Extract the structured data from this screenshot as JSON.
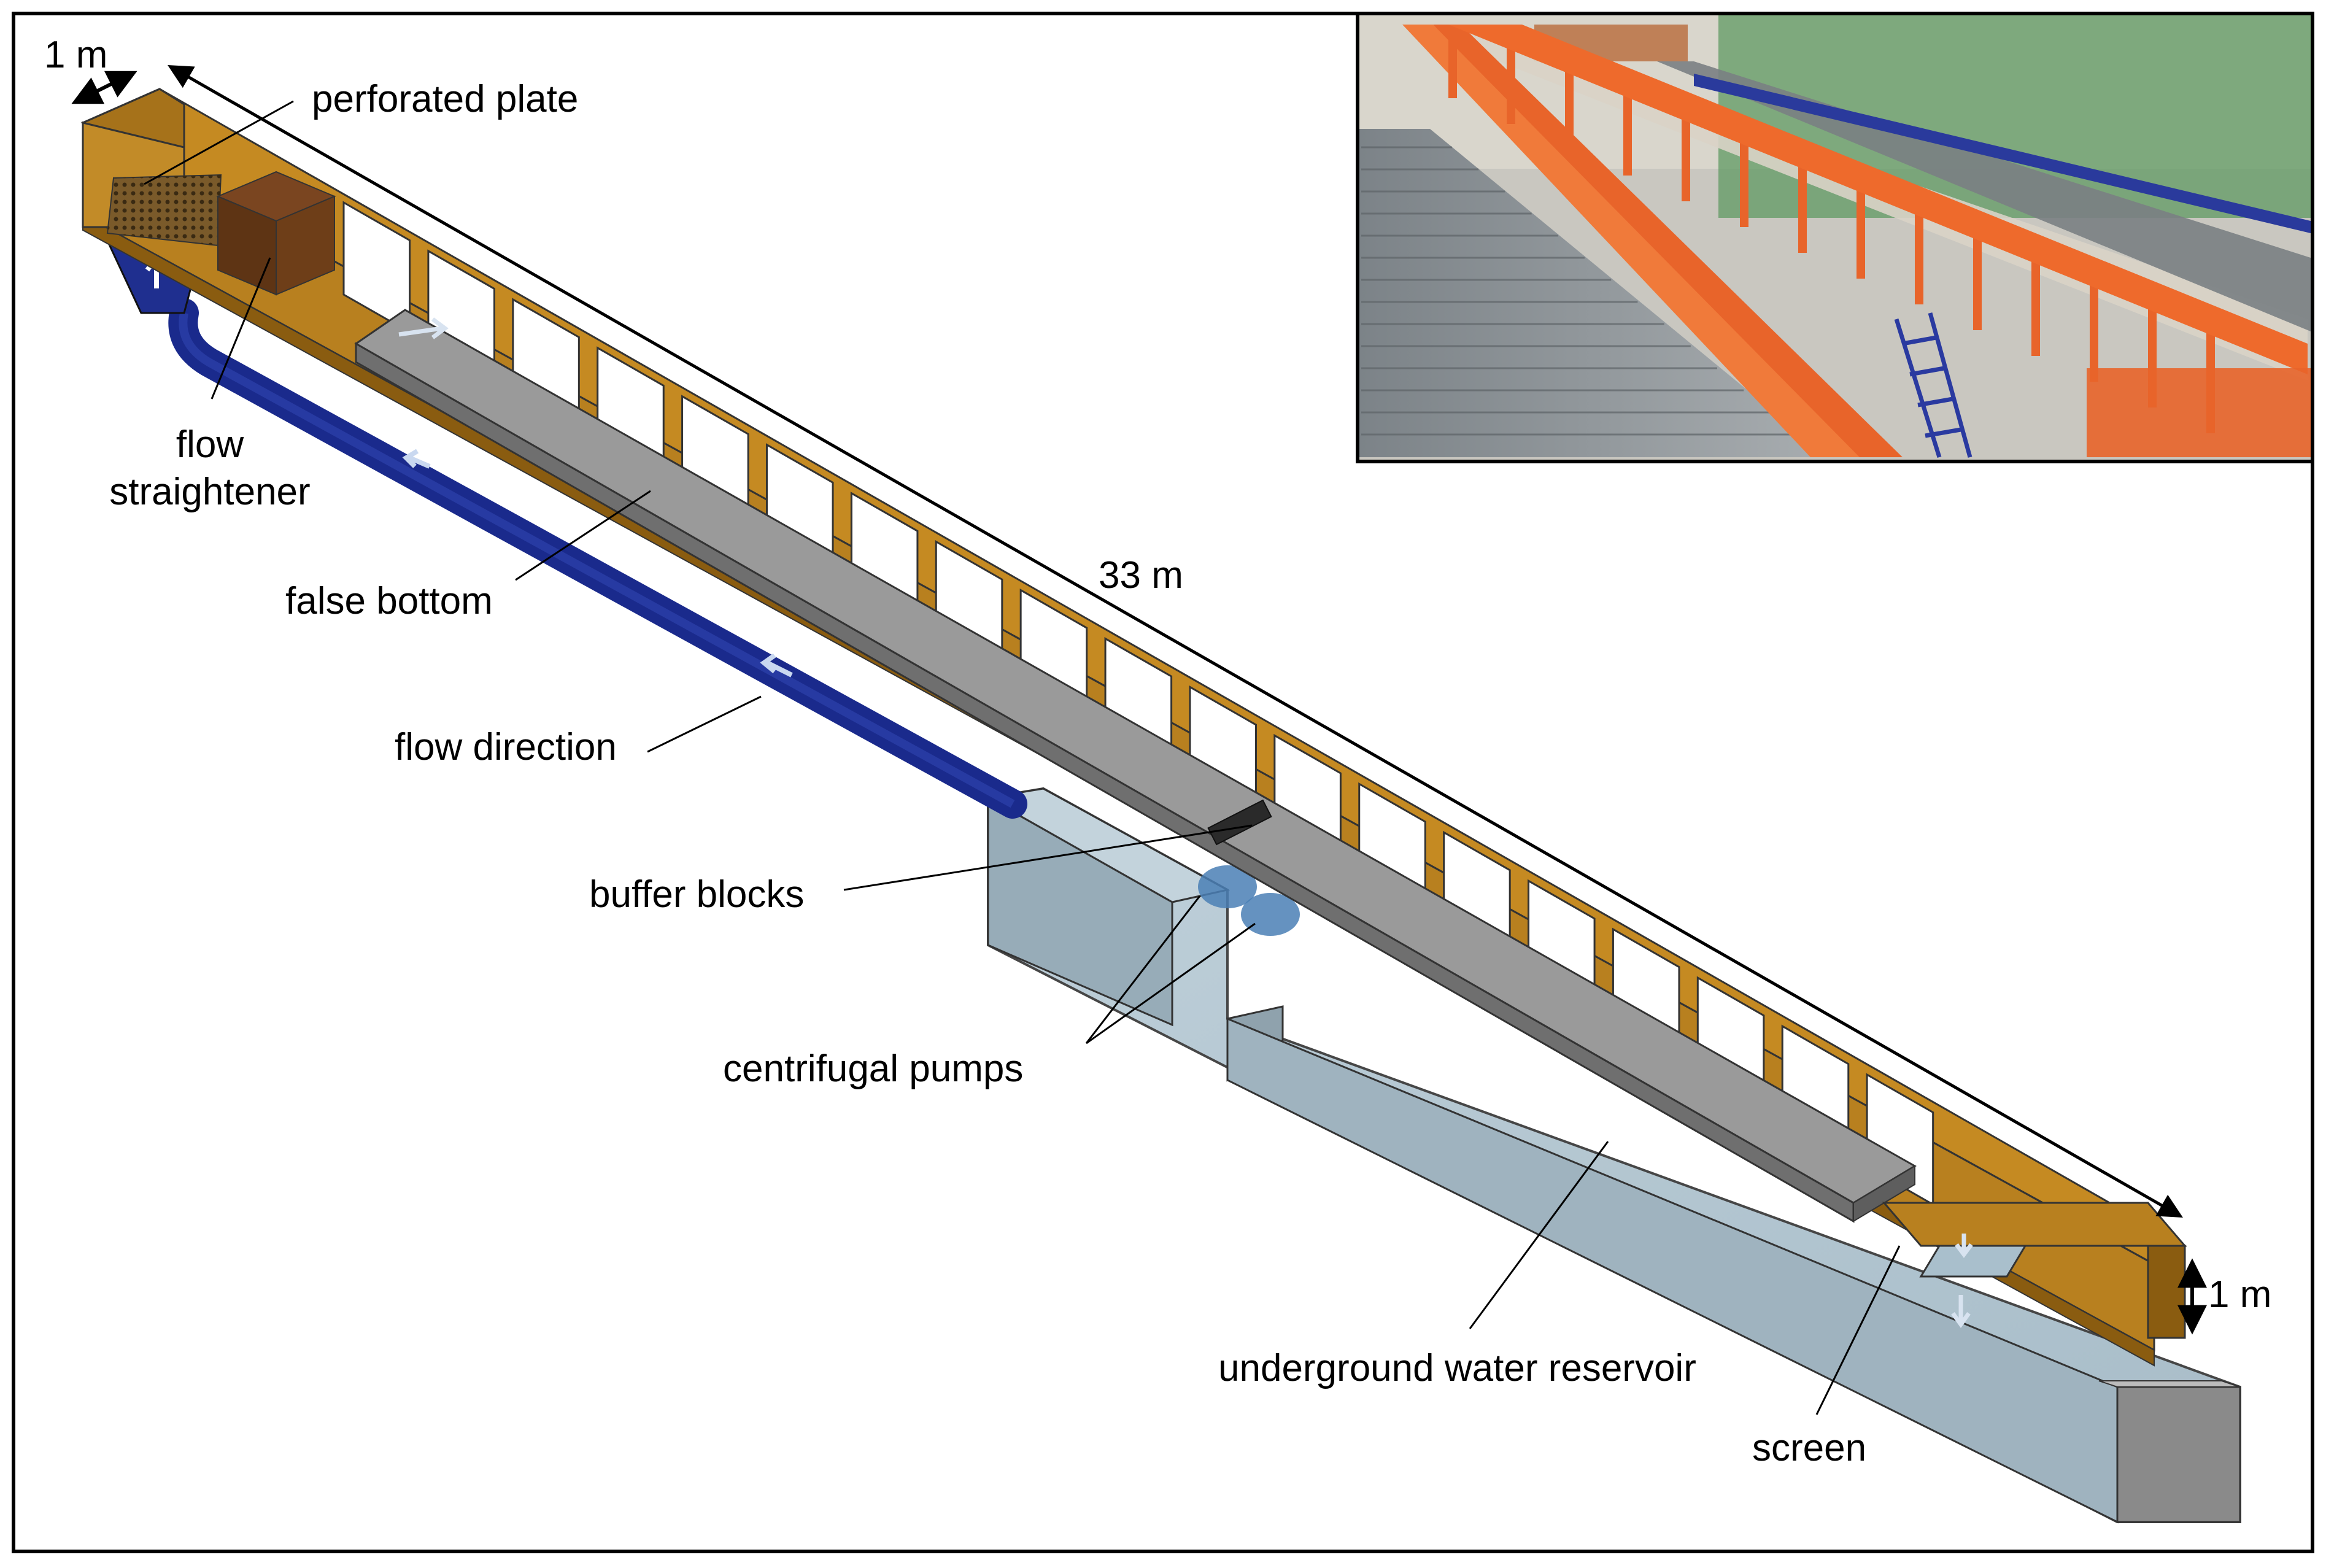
{
  "labels": {
    "width_top": "1 m",
    "perforated_plate": "perforated plate",
    "flow_straightener_1": "flow",
    "flow_straightener_2": "straightener",
    "false_bottom": "false bottom",
    "flow_direction": "flow direction",
    "length": "33 m",
    "buffer_blocks": "buffer blocks",
    "centrifugal_pumps": "centrifugal pumps",
    "underground_water_reservoir": "underground water reservoir",
    "screen": "screen",
    "height_right": "1 m"
  },
  "colors": {
    "flume_wall": "#b8801f",
    "flume_dark": "#8a5c10",
    "pipe": "#1a2a8c",
    "false_bottom": "#8c8c8c",
    "water_reservoir": "#a9bfcc",
    "frame_outline": "#000000"
  },
  "photo_inset": {
    "icon": "laboratory-flume-photo",
    "colors": [
      "#e8642a",
      "#6e7a80",
      "#3b8a4a",
      "#2a3a9c"
    ]
  }
}
